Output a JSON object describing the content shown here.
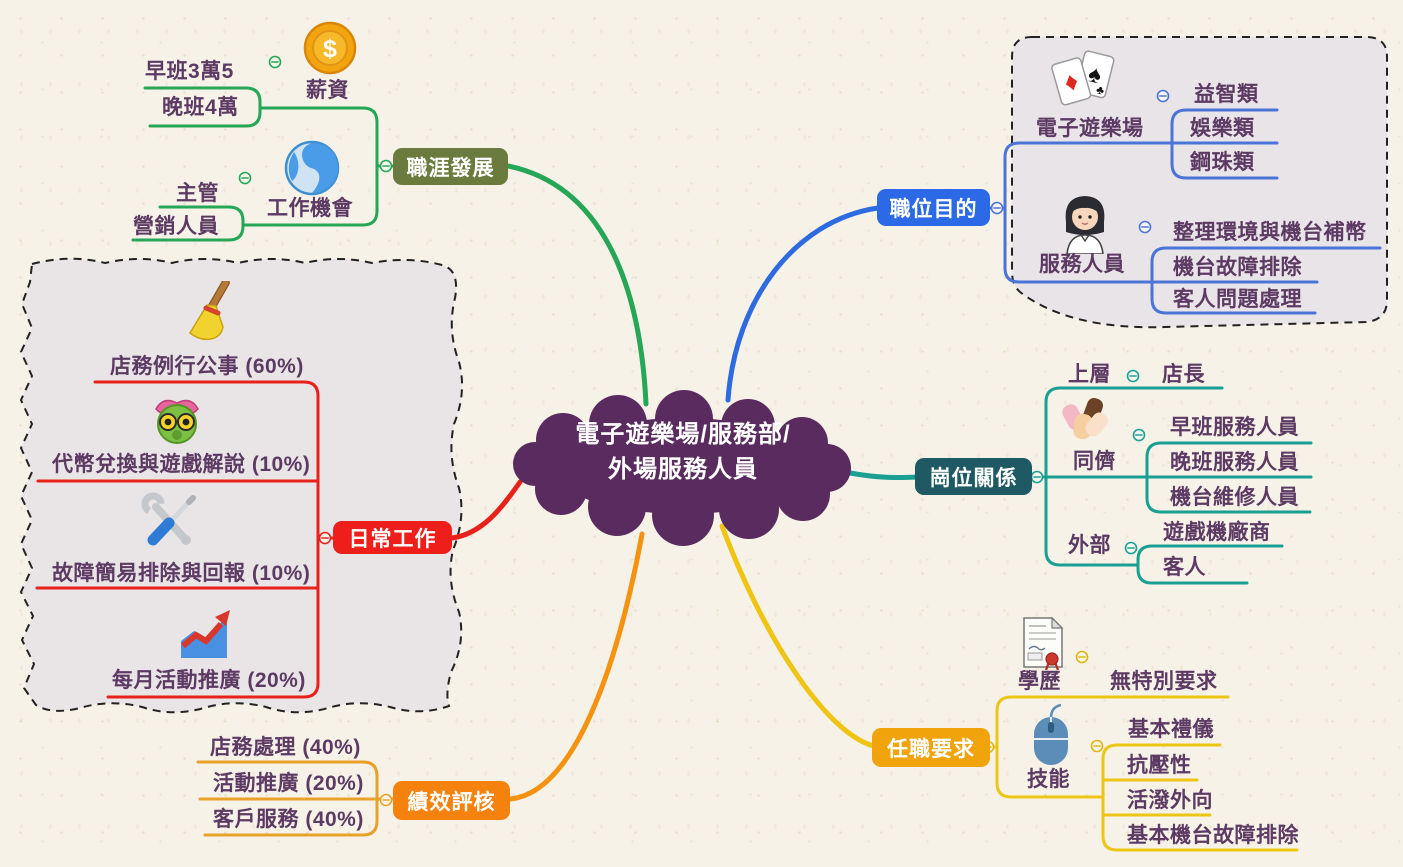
{
  "central": {
    "title_line1": "電子遊樂場/服務部/",
    "title_line2": "外場服務人員"
  },
  "career": {
    "label": "職涯發展",
    "salary": {
      "label": "薪資",
      "icon": "coin-icon",
      "items": [
        "早班3萬5",
        "晚班4萬"
      ]
    },
    "jobs": {
      "label": "工作機會",
      "icon": "globe-icon",
      "items": [
        "主管",
        "營銷人員"
      ]
    }
  },
  "purpose": {
    "label": "職位目的",
    "arcade": {
      "label": "電子遊樂場",
      "icon": "playing-cards-icon",
      "items": [
        "益智類",
        "娛樂類",
        "鋼珠類"
      ]
    },
    "staff": {
      "label": "服務人員",
      "icon": "woman-icon",
      "items": [
        "整理環境與機台補幣",
        "機台故障排除",
        "客人問題處理"
      ]
    }
  },
  "relations": {
    "label": "崗位關係",
    "upper": {
      "label": "上層",
      "items": [
        "店長"
      ]
    },
    "peers": {
      "label": "同儕",
      "icon": "hands-icon",
      "items": [
        "早班服務人員",
        "晚班服務人員",
        "機台維修人員"
      ]
    },
    "external": {
      "label": "外部",
      "items": [
        "遊戲機廠商",
        "客人"
      ]
    }
  },
  "requirements": {
    "label": "任職要求",
    "education": {
      "label": "學歷",
      "icon": "certificate-icon",
      "items": [
        "無特別要求"
      ]
    },
    "skills": {
      "label": "技能",
      "icon": "mouse-icon",
      "items": [
        "基本禮儀",
        "抗壓性",
        "活潑外向",
        "基本機台故障排除"
      ]
    }
  },
  "daily": {
    "label": "日常工作",
    "items": [
      {
        "text": "店務例行公事 (60%)",
        "icon": "broom-icon"
      },
      {
        "text": "代幣兌換與遊戲解說 (10%)",
        "icon": "caterpillar-icon"
      },
      {
        "text": "故障簡易排除與回報 (10%)",
        "icon": "tools-icon"
      },
      {
        "text": "每月活動推廣 (20%)",
        "icon": "chart-up-icon"
      }
    ]
  },
  "evaluation": {
    "label": "績效評核",
    "items": [
      "店務處理 (40%)",
      "活動推廣 (20%)",
      "客戶服務 (40%)"
    ]
  },
  "colors": {
    "background": "#f6f2e8",
    "central_topic_bg": "#5a2b5f",
    "label_text": "#5c3a63",
    "career_node_bg": "#6b7b3d",
    "career_line": "#26a657",
    "purpose_node_bg": "#2c69e6",
    "purpose_line": "#4a74d8",
    "relations_node_bg": "#1f5a64",
    "relations_line": "#1aa093",
    "requirements_node_bg": "#f0a30b",
    "requirements_line": "#edc515",
    "evaluation_node_bg": "#f6820e",
    "evaluation_line": "#e8a22a",
    "daily_node_bg": "#ee1e1a",
    "daily_line": "#e8221a"
  }
}
